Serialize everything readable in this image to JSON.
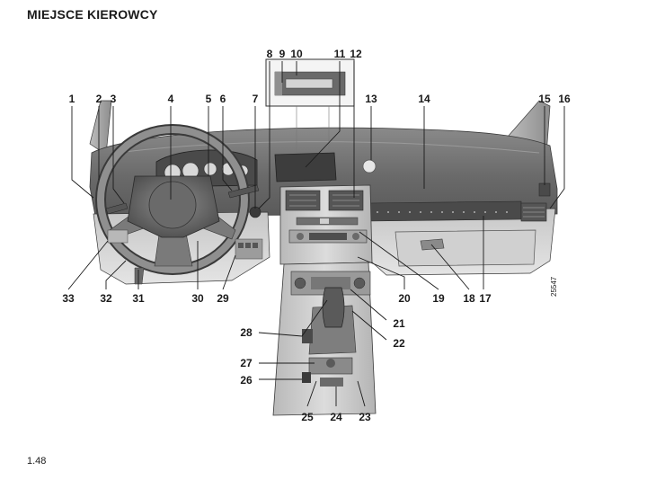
{
  "page": {
    "title": "MIEJSCE KIEROWCY",
    "page_number": "1.48",
    "figure_code": "25547"
  },
  "callouts": [
    {
      "label": "1"
    },
    {
      "label": "2"
    },
    {
      "label": "3"
    },
    {
      "label": "4"
    },
    {
      "label": "5"
    },
    {
      "label": "6"
    },
    {
      "label": "7"
    },
    {
      "label": "8"
    },
    {
      "label": "9"
    },
    {
      "label": "10"
    },
    {
      "label": "11"
    },
    {
      "label": "12"
    },
    {
      "label": "13"
    },
    {
      "label": "14"
    },
    {
      "label": "15"
    },
    {
      "label": "16"
    },
    {
      "label": "17"
    },
    {
      "label": "18"
    },
    {
      "label": "19"
    },
    {
      "label": "20"
    },
    {
      "label": "21"
    },
    {
      "label": "22"
    },
    {
      "label": "23"
    },
    {
      "label": "24"
    },
    {
      "label": "25"
    },
    {
      "label": "26"
    },
    {
      "label": "27"
    },
    {
      "label": "28"
    },
    {
      "label": "29"
    },
    {
      "label": "30"
    },
    {
      "label": "31"
    },
    {
      "label": "32"
    },
    {
      "label": "33"
    }
  ],
  "colors": {
    "dashboard_dark": "#6f6f6f",
    "dashboard_mid": "#a5a5a5",
    "dashboard_light": "#d6d6d6",
    "outline": "#3a3a3a",
    "text": "#1a1a1a"
  }
}
